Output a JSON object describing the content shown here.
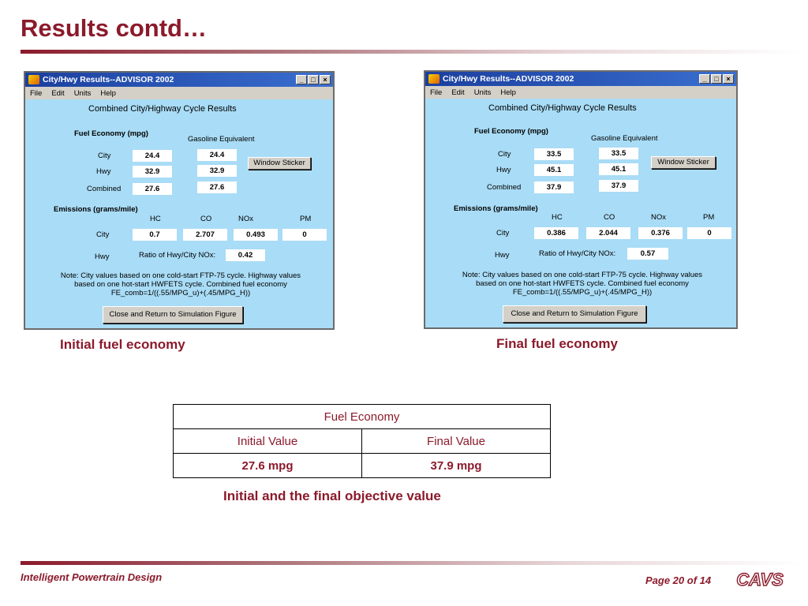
{
  "slide": {
    "title": "Results contd…",
    "footer_left": "Intelligent Powertrain Design",
    "page": "Page 20 of 14",
    "logo_text": "CAVS",
    "objective_caption": "Initial and the final objective value"
  },
  "colors": {
    "accent": "#8b1a2b",
    "window_bg": "#a9dcf6",
    "titlebar": "#1b3f9e",
    "button": "#d4d0c8"
  },
  "shared": {
    "window_title": "City/Hwy Results--ADVISOR 2002",
    "ctrl_min": "_",
    "ctrl_max": "□",
    "ctrl_close": "×",
    "menu": [
      "File",
      "Edit",
      "Units",
      "Help"
    ],
    "heading": "Combined City/Highway Cycle Results",
    "fuel_economy_label": "Fuel Economy (mpg)",
    "gasoline_equiv_label": "Gasoline Equivalent",
    "city_label": "City",
    "hwy_label": "Hwy",
    "combined_label": "Combined",
    "emissions_label": "Emissions (grams/mile)",
    "hc_label": "HC",
    "co_label": "CO",
    "nox_label": "NOx",
    "pm_label": "PM",
    "ratio_label": "Ratio of Hwy/City NOx:",
    "window_sticker_button": "Window Sticker",
    "close_button": "Close and Return to Simulation Figure",
    "note_line1": "Note:  City values based on one cold-start FTP-75 cycle.  Highway values",
    "note_line2": "based on one hot-start HWFETS cycle. Combined fuel economy",
    "note_line3": "FE_comb=1/((.55/MPG_u)+(.45/MPG_H))"
  },
  "initial": {
    "caption": "Initial fuel economy",
    "city": "24.4",
    "hwy": "32.9",
    "combined": "27.6",
    "gas_city": "24.4",
    "gas_hwy": "32.9",
    "gas_combined": "27.6",
    "hc": "0.7",
    "co": "2.707",
    "nox": "0.493",
    "pm": "0",
    "ratio": "0.42"
  },
  "final": {
    "caption": "Final fuel economy",
    "city": "33.5",
    "hwy": "45.1",
    "combined": "37.9",
    "gas_city": "33.5",
    "gas_hwy": "45.1",
    "gas_combined": "37.9",
    "hc": "0.386",
    "co": "2.044",
    "nox": "0.376",
    "pm": "0",
    "ratio": "0.57"
  },
  "table": {
    "title": "Fuel Economy",
    "col_initial": "Initial Value",
    "col_final": "Final Value",
    "initial_value": "27.6 mpg",
    "final_value": "37.9 mpg"
  }
}
